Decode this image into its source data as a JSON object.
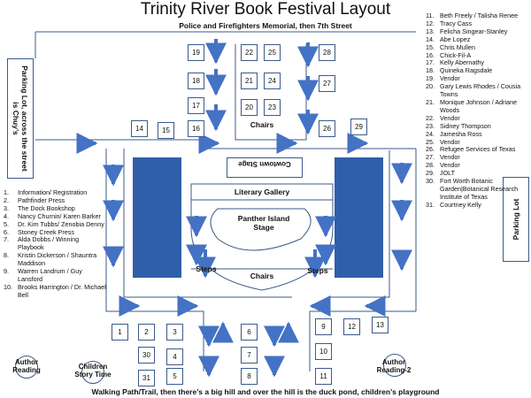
{
  "title": "Trinity River Book Festival Layout",
  "top_street": "Police and Firefighters Memorial, then 7th Street",
  "bottom_path": "Walking Path/Trail, then there’s a big hill and over the hill is the duck pond, children’s playground",
  "parking_left": "Parking Lot, across the street is Chuy’s",
  "parking_right": "Parking Lot",
  "areas": {
    "cowtown_stage": "Cowtown Stage",
    "literary_gallery": "Literary Gallery",
    "panther_stage": "Panther Island Stage",
    "chairs_top": "Chairs",
    "chairs_bottom": "Chairs",
    "steps_left": "Steps",
    "steps_right": "Steps",
    "author_reading": "Author Reading",
    "children_story_time": "Children Story Time",
    "author_reading_2": "Author Reading-2"
  },
  "booths": {
    "b1": "1",
    "b2": "2",
    "b3": "3",
    "b4": "4",
    "b5": "5",
    "b6": "6",
    "b7": "7",
    "b8": "8",
    "b9": "9",
    "b10": "10",
    "b11": "11",
    "b12": "12",
    "b13": "13",
    "b14": "14",
    "b15": "15",
    "b16": "16",
    "b17": "17",
    "b18": "18",
    "b19": "19",
    "b20": "20",
    "b21": "21",
    "b22": "22",
    "b23": "23",
    "b24": "24",
    "b25": "25",
    "b26": "26",
    "b27": "27",
    "b28": "28",
    "b29": "29",
    "b30": "30",
    "b31": "31"
  },
  "legend_left": [
    {
      "num": "1.",
      "text": "Information/ Registration"
    },
    {
      "num": "2.",
      "text": "Pathfinder Press"
    },
    {
      "num": "3.",
      "text": "The Dock Bookshop"
    },
    {
      "num": "4.",
      "text": "Nancy Churnin/ Karen Barker"
    },
    {
      "num": "5.",
      "text": "Dr. Kim Tubbs/ Zenobia Denny"
    },
    {
      "num": "6.",
      "text": "Stoney Creek Press"
    },
    {
      "num": "7.",
      "text": "Alda Dobbs / Winning Playbook"
    },
    {
      "num": "8.",
      "text": "Kristin Dickerson / Shauntra Maddison"
    },
    {
      "num": "9.",
      "text": "Warren Landrum / Guy Lansford"
    },
    {
      "num": "10.",
      "text": "Brooks Harrington / Dr. Michael Bell"
    }
  ],
  "legend_right": [
    {
      "num": "11.",
      "text": "Beth Freely / Talisha Renee"
    },
    {
      "num": "12.",
      "text": "Tracy Cass"
    },
    {
      "num": "13.",
      "text": "Felicha Singear-Stanley"
    },
    {
      "num": "14.",
      "text": "Abe Lopez"
    },
    {
      "num": "15.",
      "text": "Chris Mullen"
    },
    {
      "num": "16.",
      "text": "Chick-Fil-A"
    },
    {
      "num": "17.",
      "text": "Kelly Abernathy"
    },
    {
      "num": "18.",
      "text": "Quineka Ragsdale"
    },
    {
      "num": "19.",
      "text": "Vendor"
    },
    {
      "num": "20.",
      "text": "Gary Lewis Rhodes / Cousia Towns"
    },
    {
      "num": "21.",
      "text": "Monique Johnson / Adriane Woods"
    },
    {
      "num": "22.",
      "text": "Vendor"
    },
    {
      "num": "23.",
      "text": "Sidney Thompson"
    },
    {
      "num": "24.",
      "text": "Jamesha Ross"
    },
    {
      "num": "25.",
      "text": "Vendor"
    },
    {
      "num": "26.",
      "text": "Refugee Services of Texas"
    },
    {
      "num": "27.",
      "text": "Vendor"
    },
    {
      "num": "28.",
      "text": "Vendor"
    },
    {
      "num": "29.",
      "text": "JOLT"
    },
    {
      "num": "30.",
      "text": "Fort Worth Botanic Garden|Botanical Research Institute of Texas"
    },
    {
      "num": "31.",
      "text": "Courtney Kelly"
    }
  ],
  "colors": {
    "outline": "#3b5a8a",
    "arrow": "#4472c4",
    "stage_fill": "#2f5fa8"
  }
}
